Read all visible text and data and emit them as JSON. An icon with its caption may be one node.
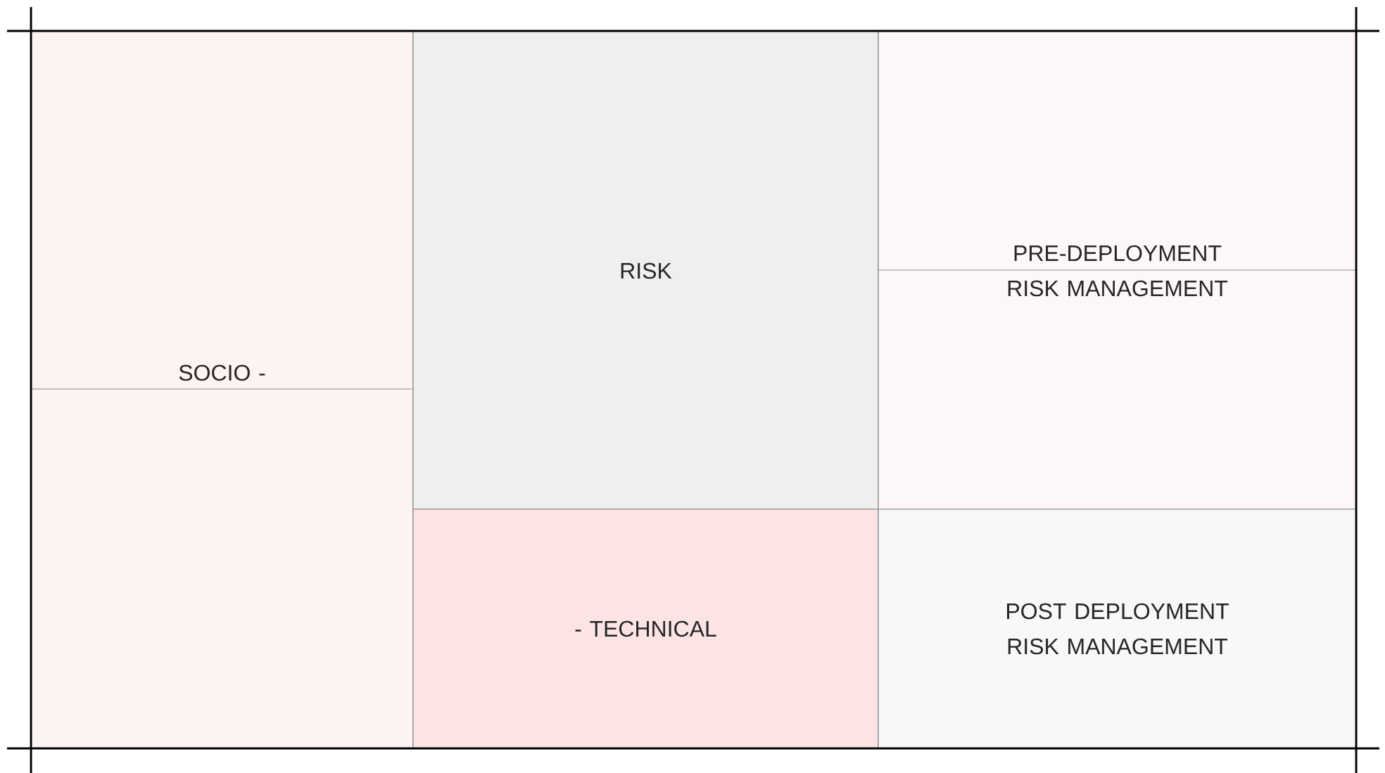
{
  "diagram": {
    "nodes": [
      {
        "text": [
          "SOCIO -"
        ]
      },
      {
        "text": [
          "RISK"
        ]
      },
      {
        "text": [
          "- TECHNICAL"
        ]
      },
      {
        "text": [
          "PRE-DEPLOYMENT RISK MANAGEMENT"
        ]
      },
      {
        "text": [
          "POST DEPLOYMENT RISK MANAGEMENT"
        ]
      }
    ]
  }
}
